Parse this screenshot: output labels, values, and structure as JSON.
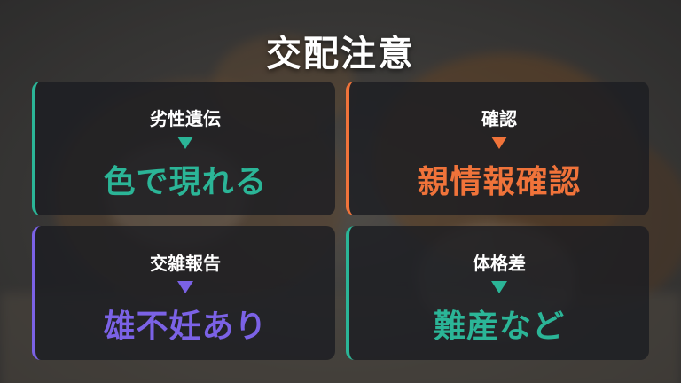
{
  "title": "交配注意",
  "cards": [
    {
      "label": "劣性遺伝",
      "value": "色で現れる",
      "accent": "#2bb597"
    },
    {
      "label": "確認",
      "value": "親情報確認",
      "accent": "#f0733a"
    },
    {
      "label": "交雑報告",
      "value": "雄不妊あり",
      "accent": "#7b62e6"
    },
    {
      "label": "体格差",
      "value": "難産など",
      "accent": "#2bb597"
    }
  ],
  "icons": {
    "arrow": "down-triangle-icon"
  }
}
